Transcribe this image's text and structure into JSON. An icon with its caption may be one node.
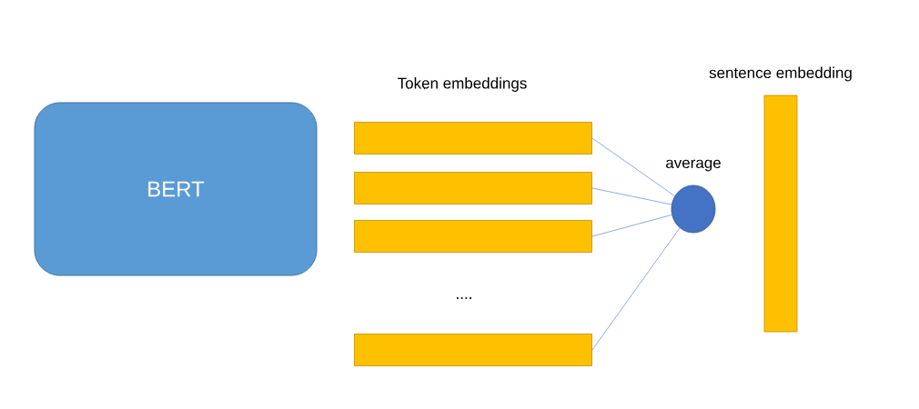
{
  "diagram": {
    "nodes": [
      {
        "text": [
          "BERT"
        ]
      },
      {
        "text": [],
        "shape": "bar"
      },
      {
        "text": [],
        "shape": "bar"
      },
      {
        "text": [],
        "shape": "bar"
      },
      {
        "text": [],
        "shape": "bar"
      },
      {
        "text": [],
        "shape": "circle",
        "beside": [
          "average"
        ]
      },
      {
        "text": [],
        "shape": "bar",
        "beside": [
          "sentence embedding"
        ]
      }
    ],
    "edges": [
      {
        "from": 1,
        "to": 5,
        "arrow": "none"
      },
      {
        "from": 2,
        "to": 5,
        "arrow": "none"
      },
      {
        "from": 3,
        "to": 5,
        "arrow": "none"
      },
      {
        "from": 4,
        "to": 5,
        "arrow": "none"
      }
    ],
    "labels": [
      "Token embeddings",
      "...."
    ]
  }
}
